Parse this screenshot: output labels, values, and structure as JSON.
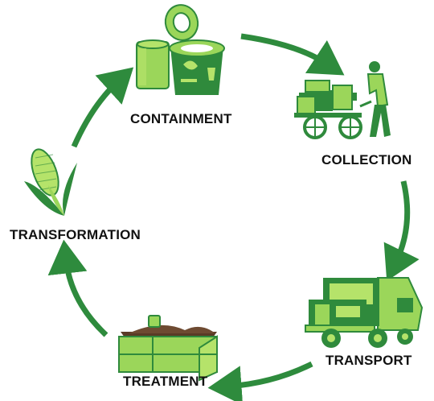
{
  "stages": [
    {
      "id": "containment",
      "label": "CONTAINMENT"
    },
    {
      "id": "collection",
      "label": "COLLECTION"
    },
    {
      "id": "transport",
      "label": "TRANSPORT"
    },
    {
      "id": "treatment",
      "label": "TREATMENT"
    },
    {
      "id": "transformation",
      "label": "TRANSFORMATION"
    }
  ],
  "colors": {
    "arrow": "#2e8b3d",
    "dark_green": "#2f8a3c",
    "light_green": "#9bd65a",
    "lime": "#b5e36a",
    "soil": "#5a3a26",
    "text": "#111111"
  },
  "icons": [
    "toilet-icon",
    "cart-worker-icon",
    "truck-icon",
    "treatment-bed-icon",
    "corn-icon"
  ]
}
